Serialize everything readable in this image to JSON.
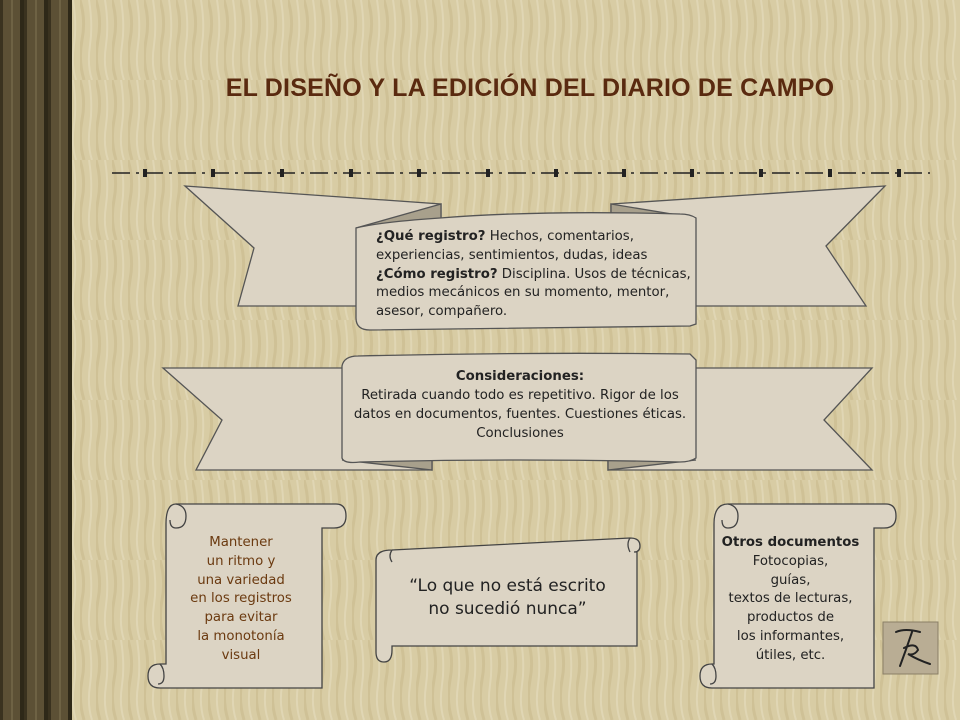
{
  "title": "EL DISEÑO Y LA EDICIÓN DEL DIARIO DE CAMPO",
  "colors": {
    "background": "#d8cca4",
    "stripe_left": "#5c5035",
    "banner_fill": "#dcd4c4",
    "banner_shadow": "#a8a08c",
    "title_color": "#5a2a10",
    "note_text": "#6b3a10"
  },
  "banner_top": {
    "q1_label": "¿Qué registro?",
    "q1_text": "Hechos, comentarios,",
    "line2": "experiencias, sentimientos, dudas, ideas",
    "q2_label": "¿Cómo registro?",
    "q2_text": "Disciplina. Usos de técnicas,",
    "line4": "medios mecánicos en su momento, mentor,",
    "line5": "asesor, compañero."
  },
  "banner_middle": {
    "heading": "Consideraciones:",
    "lines": [
      "Retirada cuando todo  es repetitivo. Rigor de los",
      "datos en documentos, fuentes. Cuestiones éticas.",
      "Conclusiones"
    ]
  },
  "scroll_left": {
    "lines": [
      "Mantener",
      "un ritmo y",
      "una variedad",
      "en los registros",
      "para evitar",
      "la monotonía",
      "visual"
    ]
  },
  "scroll_center": {
    "lines": [
      "“Lo que no está escrito",
      "no sucedió nunca”"
    ]
  },
  "scroll_right": {
    "heading": "Otros documentos",
    "lines": [
      "Fotocopias,",
      "guías,",
      "textos de lecturas,",
      "productos de",
      "los informantes,",
      "útiles, etc."
    ]
  },
  "logo_icon": "signature-logo-icon"
}
